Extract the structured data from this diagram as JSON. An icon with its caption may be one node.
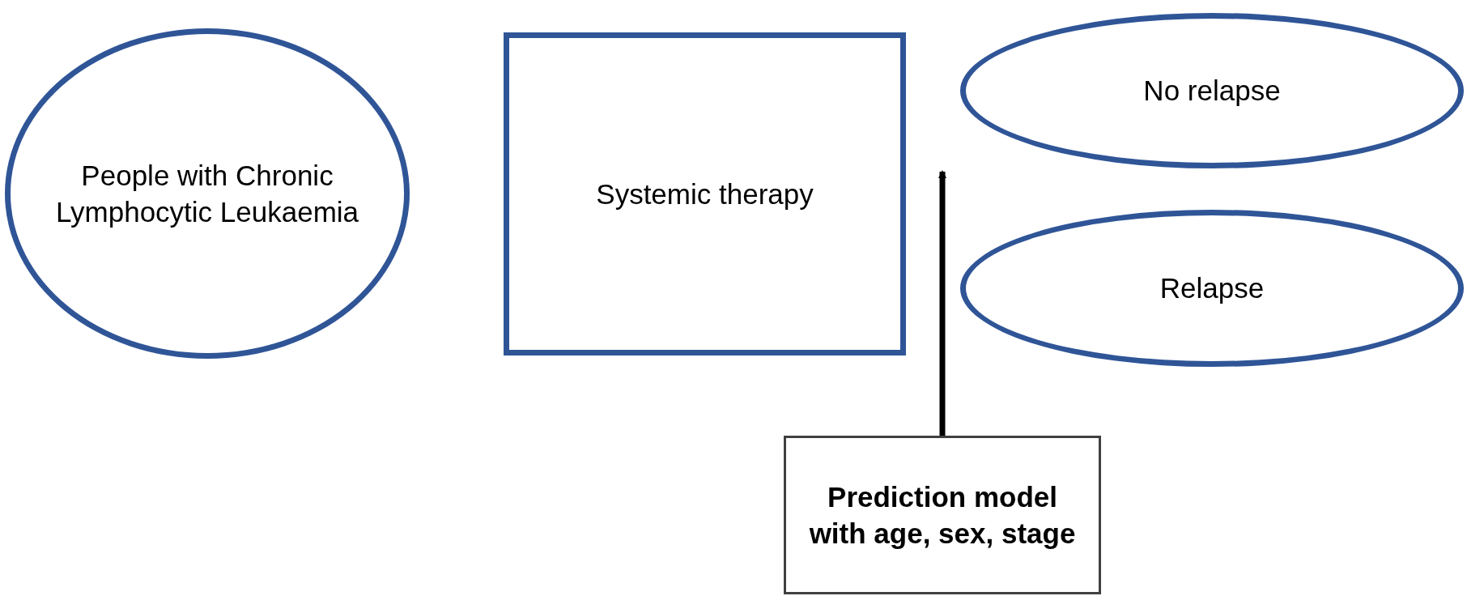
{
  "diagram": {
    "nodes": [
      {
        "text": [
          "People with Chronic Lymphocytic Leukaemia"
        ]
      },
      {
        "text": [
          "Systemic therapy"
        ]
      },
      {
        "text": [
          "No relapse"
        ]
      },
      {
        "text": [
          "Relapse"
        ]
      },
      {
        "text": [
          "Prediction model with age, sex, stage"
        ]
      }
    ],
    "edges": [
      {
        "from": 4,
        "to": 2,
        "arrow": "to"
      }
    ]
  }
}
